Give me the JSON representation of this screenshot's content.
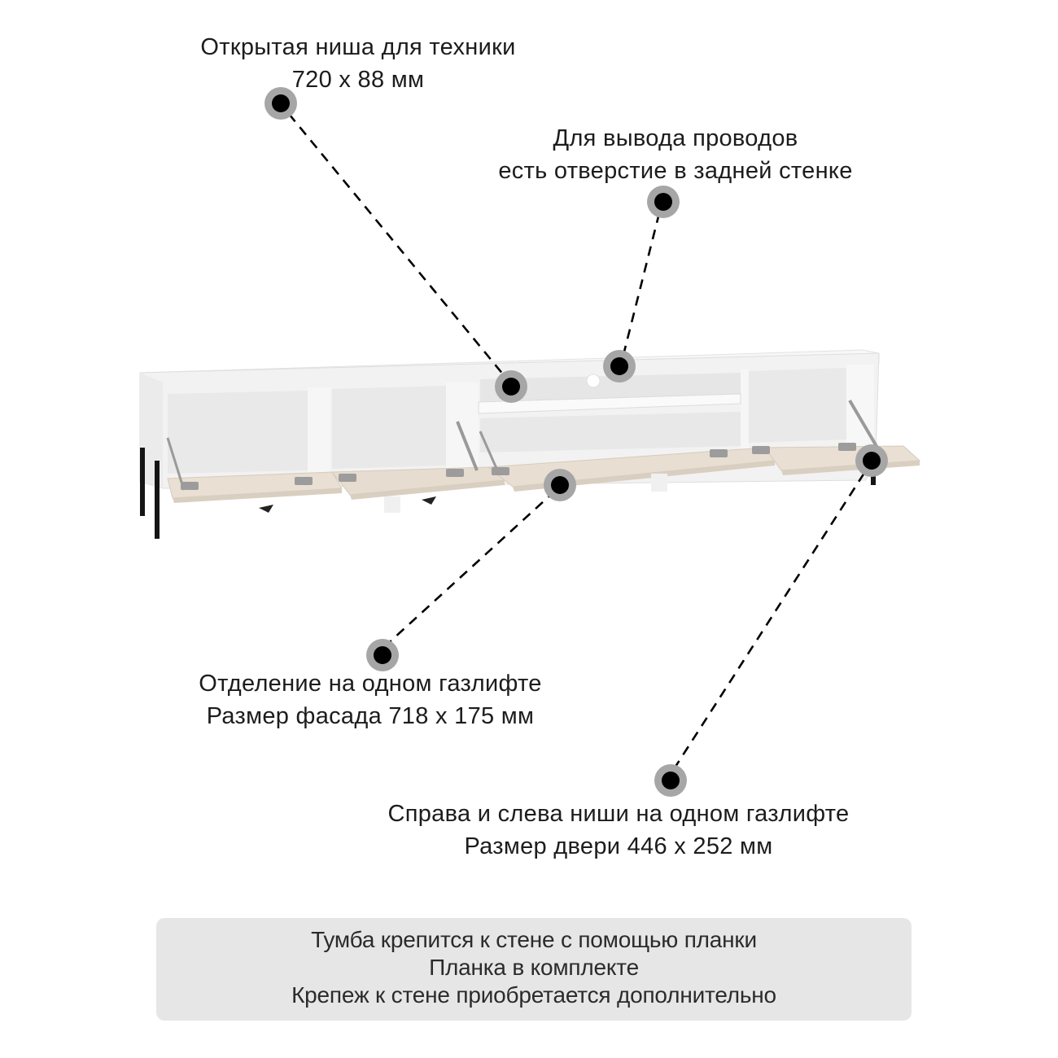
{
  "callouts": {
    "niche": {
      "line1": "Открытая ниша для техники",
      "line2": "720 х 88 мм"
    },
    "wires": {
      "line1": "Для вывода проводов",
      "line2": "есть отверстие в задней стенке"
    },
    "compartment": {
      "line1": "Отделение на одном газлифте",
      "line2": "Размер фасада 718 х 175 мм"
    },
    "doors": {
      "line1": "Справа и слева ниши на одном газлифте",
      "line2": "Размер двери 446 х 252 мм"
    }
  },
  "note": {
    "line1": "Тумба крепится к стене с помощью планки",
    "line2": "Планка в комплекте",
    "line3": "Крепеж  к стене приобретается дополнительно"
  },
  "colors": {
    "marker_outer": "#a6a6a6",
    "marker_inner": "#000000",
    "cabinet_body": "#f4f4f4",
    "door_face": "#e8ddd0",
    "note_bg": "#e6e6e6"
  },
  "icons": {
    "marker": "callout-dot-icon"
  }
}
